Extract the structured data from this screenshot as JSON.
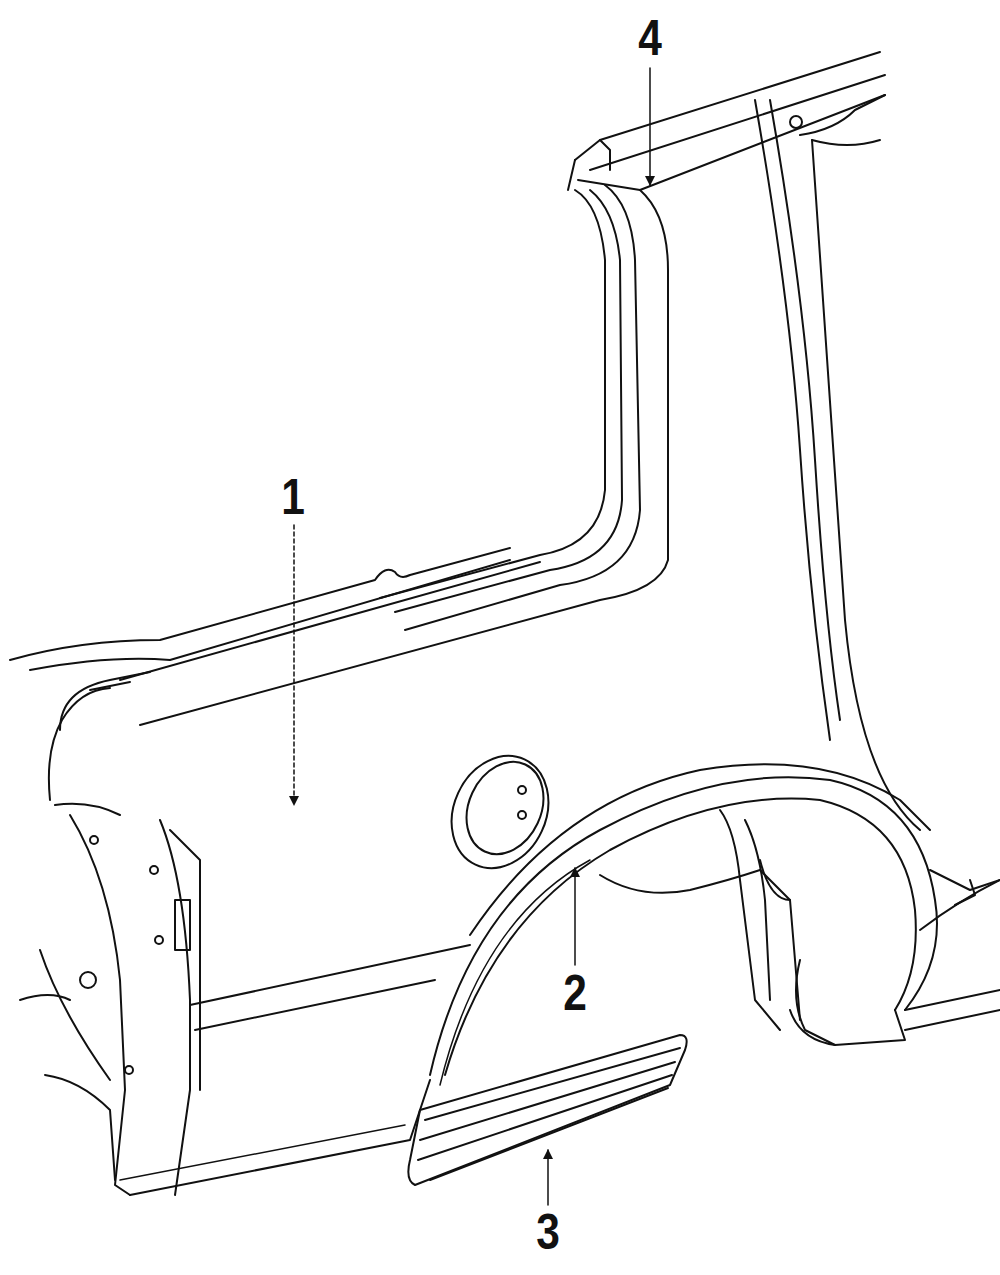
{
  "diagram": {
    "labels": [
      "4",
      "1",
      "2",
      "3"
    ]
  }
}
